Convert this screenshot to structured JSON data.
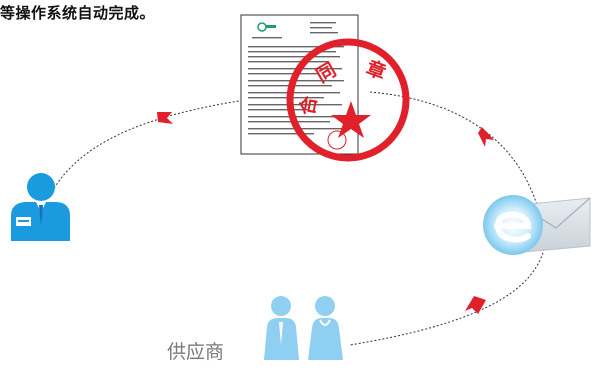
{
  "caption": "等操作系统自动完成。",
  "seal": {
    "top_left_char": "同",
    "top_right_char": "章",
    "left_char": "合",
    "color": "#e0202a"
  },
  "nodes": {
    "supplier_label": "供应商"
  },
  "colors": {
    "accent_blue": "#1a9be0",
    "light_blue": "#8fd0f2",
    "arrow_red": "#e0202a",
    "caption_text": "#111111",
    "label_gray": "#7a7a7a"
  },
  "icons": [
    "contract-document-icon",
    "seal-stamp-icon",
    "staff-user-icon",
    "email-icon",
    "supplier-people-icon",
    "flow-arrow-icon"
  ]
}
